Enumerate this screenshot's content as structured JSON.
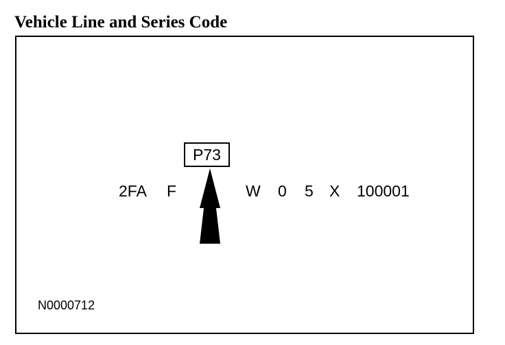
{
  "title": "Vehicle Line and Series Code",
  "vin": {
    "segments": [
      "2FA",
      "F",
      "P73",
      "W",
      "0",
      "5",
      "X",
      "100001"
    ],
    "highlighted_index": 2
  },
  "reference_code": "N0000712",
  "icons": {
    "pointer": "up-arrow-icon"
  },
  "colors": {
    "line": "#000000",
    "background": "#ffffff"
  }
}
